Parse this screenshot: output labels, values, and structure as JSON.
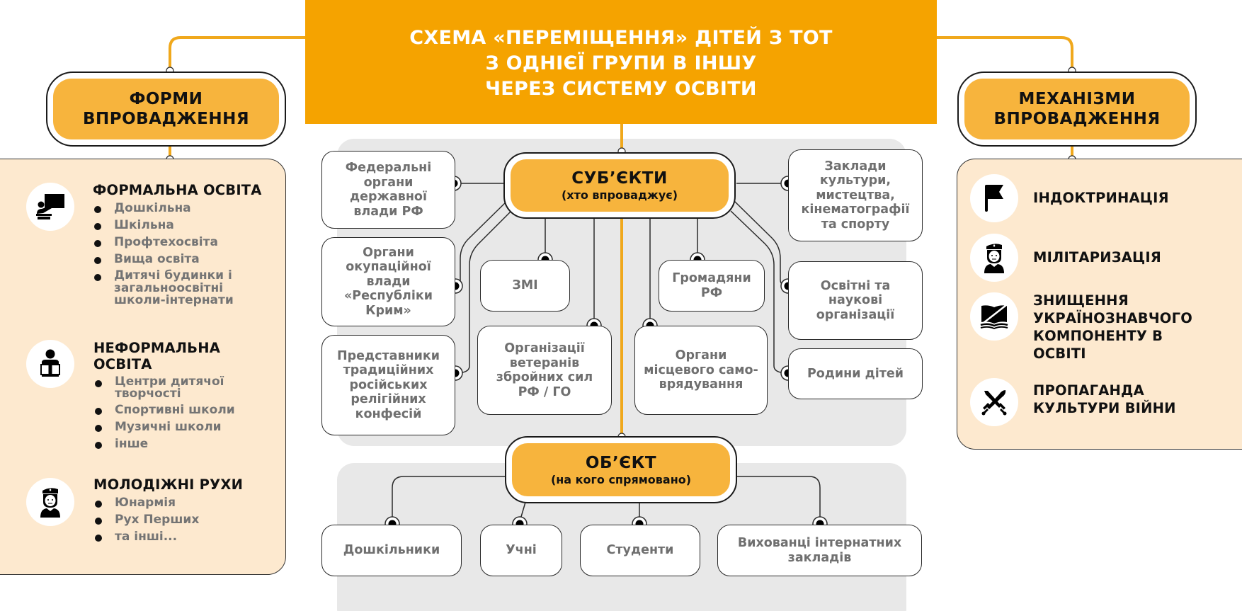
{
  "title": {
    "lines": [
      "СХЕМА «ПЕРЕМІЩЕННЯ» ДІТЕЙ З ТОТ",
      "З ОДНІЄЇ ГРУПИ В ІНШУ",
      "ЧЕРЕЗ СИСТЕМУ ОСВІТИ"
    ]
  },
  "colors": {
    "title_orange": "#f5a300",
    "header_fill": "#f7b43d",
    "side_panel": "#fde9cf",
    "gray_panel": "#e8e8e8",
    "node_text": "#6f6f6f"
  },
  "forms": {
    "header": [
      "ФОРМИ",
      "ВПРОВАДЖЕННЯ"
    ],
    "sections": [
      {
        "icon": "teacher-blackboard-icon",
        "title": "ФОРМАЛЬНА ОСВІТА",
        "items": [
          "Дошкільна",
          "Шкільна",
          "Профтехосвіта",
          "Вища освіта",
          "Дитячі будинки і загальноосвітні школи-інтернати"
        ]
      },
      {
        "icon": "child-reading-icon",
        "title": "НЕФОРМАЛЬНА ОСВІТА",
        "items": [
          "Центри дитячої творчості",
          "Спортивні школи",
          "Музичні школи",
          "інше"
        ]
      },
      {
        "icon": "soldier-cadet-icon",
        "title": "МОЛОДІЖНІ РУХИ",
        "items": [
          "Юнармія",
          "Рух Перших",
          "та інші..."
        ]
      }
    ]
  },
  "mechanisms": {
    "header": [
      "МЕХАНІЗМИ",
      "ВПРОВАДЖЕННЯ"
    ],
    "items": [
      {
        "icon": "flag-icon",
        "label": "ІНДОКТРИНАЦІЯ"
      },
      {
        "icon": "soldier-cadet-icon",
        "label": "МІЛІТАРИЗАЦІЯ"
      },
      {
        "icon": "crossed-book-icon",
        "label": "ЗНИЩЕННЯ УКРАЇНОЗНАВЧОГО КОМПОНЕНТУ В ОСВІТІ"
      },
      {
        "icon": "crossed-swords-icon",
        "label": "ПРОПАГАНДА КУЛЬТУРИ ВІЙНИ"
      }
    ]
  },
  "subjects": {
    "title": "СУБ’ЄКТИ",
    "subtitle": "(хто впроваджує)",
    "nodes": {
      "federal": "Федеральні органи державної влади РФ",
      "occupation": "Органи окупаційної влади «Республіки Крим»",
      "religion": "Представники традиційних російських релігійних конфесій",
      "media": "ЗМІ",
      "veterans": "Організації ветеранів збройних сил РФ / ГО",
      "citizens": "Громадяни РФ",
      "local_gov": "Органи місцевого само-врядування",
      "culture": "Заклади культури, мистецтва, кінематографії та спорту",
      "education": "Освітні та наукові організації",
      "families": "Родини дітей"
    }
  },
  "object": {
    "title": "ОБ’ЄКТ",
    "subtitle": "(на кого спрямовано)",
    "nodes": [
      "Дошкільники",
      "Учні",
      "Студенти",
      "Вихованці інтернатних закладів"
    ]
  }
}
